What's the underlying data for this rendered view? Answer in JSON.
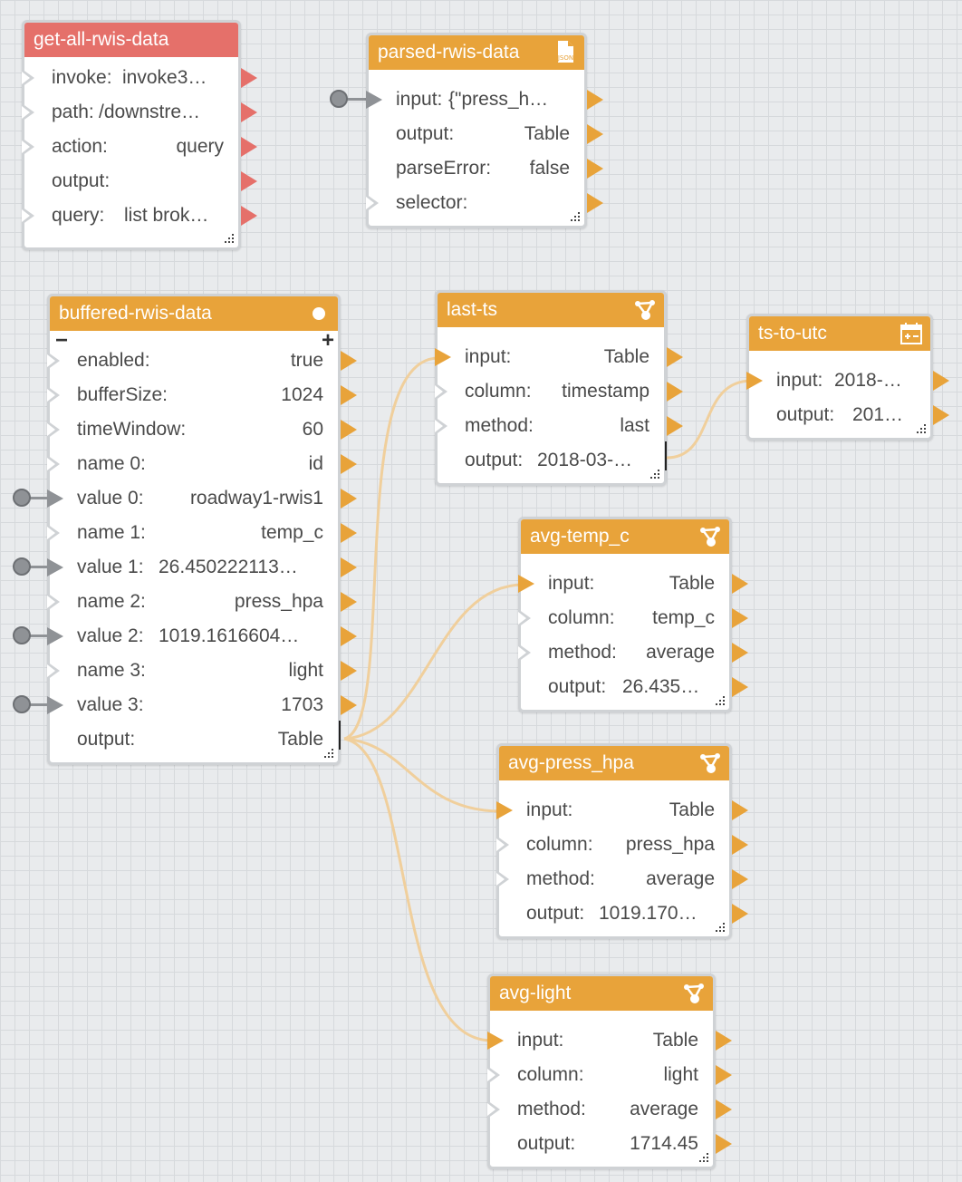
{
  "blocks": {
    "get_all": {
      "title": "get-all-rwis-data",
      "rows": [
        {
          "label": "invoke:",
          "value": "invoke3…"
        },
        {
          "label": "path:",
          "value": "/downstre…"
        },
        {
          "label": "action:",
          "value": "query"
        },
        {
          "label": "output:",
          "value": ""
        },
        {
          "label": "query:",
          "value": "list brok…"
        }
      ]
    },
    "parsed": {
      "title": "parsed-rwis-data",
      "icon": "json-file-icon",
      "icon_text": "JSON",
      "rows": [
        {
          "label": "input:",
          "value": "{\"press_h…"
        },
        {
          "label": "output:",
          "value": "Table"
        },
        {
          "label": "parseError:",
          "value": "false"
        },
        {
          "label": "selector:",
          "value": ""
        }
      ]
    },
    "buffered": {
      "title": "buffered-rwis-data",
      "minus": "−",
      "plus": "+",
      "rows": [
        {
          "label": "enabled:",
          "value": "true"
        },
        {
          "label": "bufferSize:",
          "value": "1024"
        },
        {
          "label": "timeWindow:",
          "value": "60"
        },
        {
          "label": "name 0:",
          "value": "id"
        },
        {
          "label": "value 0:",
          "value": "roadway1-rwis1"
        },
        {
          "label": "name 1:",
          "value": "temp_c"
        },
        {
          "label": "value 1:",
          "value": "26.450222113…"
        },
        {
          "label": "name 2:",
          "value": "press_hpa"
        },
        {
          "label": "value 2:",
          "value": "1019.1616604…"
        },
        {
          "label": "name 3:",
          "value": "light"
        },
        {
          "label": "value 3:",
          "value": "1703"
        },
        {
          "label": "output:",
          "value": "Table"
        }
      ]
    },
    "last_ts": {
      "title": "last-ts",
      "icon": "aggregate-icon",
      "rows": [
        {
          "label": "input:",
          "value": "Table"
        },
        {
          "label": "column:",
          "value": "timestamp"
        },
        {
          "label": "method:",
          "value": "last"
        },
        {
          "label": "output:",
          "value": "2018-03-…"
        }
      ]
    },
    "ts_utc": {
      "title": "ts-to-utc",
      "icon": "calendar-icon",
      "rows": [
        {
          "label": "input:",
          "value": "2018-…"
        },
        {
          "label": "output:",
          "value": "201…"
        }
      ]
    },
    "avg_temp": {
      "title": "avg-temp_c",
      "icon": "aggregate-icon",
      "rows": [
        {
          "label": "input:",
          "value": "Table"
        },
        {
          "label": "column:",
          "value": "temp_c"
        },
        {
          "label": "method:",
          "value": "average"
        },
        {
          "label": "output:",
          "value": "26.435…"
        }
      ]
    },
    "avg_press": {
      "title": "avg-press_hpa",
      "icon": "aggregate-icon",
      "rows": [
        {
          "label": "input:",
          "value": "Table"
        },
        {
          "label": "column:",
          "value": "press_hpa"
        },
        {
          "label": "method:",
          "value": "average"
        },
        {
          "label": "output:",
          "value": "1019.170…"
        }
      ]
    },
    "avg_light": {
      "title": "avg-light",
      "icon": "aggregate-icon",
      "rows": [
        {
          "label": "input:",
          "value": "Table"
        },
        {
          "label": "column:",
          "value": "light"
        },
        {
          "label": "method:",
          "value": "average"
        },
        {
          "label": "output:",
          "value": "1714.45"
        }
      ]
    }
  },
  "colors": {
    "orange": "#e8a33a",
    "red": "#e5706a",
    "wire": "#f0cf9c",
    "border": "#cfd2d5",
    "grey_port": "#8f9296"
  }
}
